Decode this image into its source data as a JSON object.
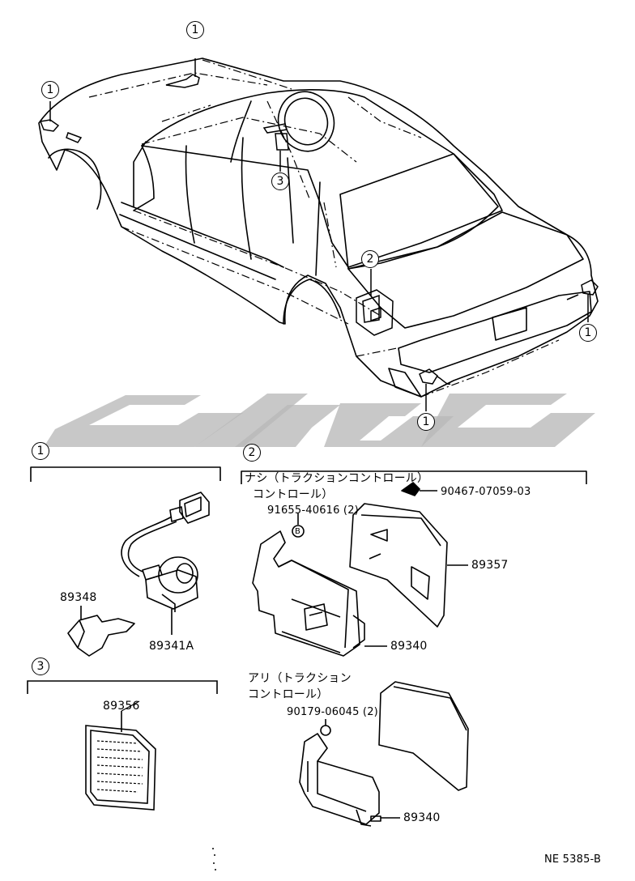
{
  "callouts": {
    "top_center_1": "1",
    "top_left_1": "1",
    "roof_3": "3",
    "trunk_2": "2",
    "right_1": "1",
    "bottom_1": "1"
  },
  "sections": {
    "s1": "1",
    "s2": "2",
    "s3": "3"
  },
  "labels": {
    "nashi_line1": "ナシ（トラクションコントロール）",
    "nashi_line2": "コントロール）",
    "ari_line1": "アリ（トラクション",
    "ari_line2": "コントロール）",
    "p91655": "91655-40616 (2)",
    "p90467": "90467-07059-03",
    "p89357": "89357",
    "p89340_a": "89340",
    "p89340_b": "89340",
    "p90179": "90179-06045 (2)",
    "p89348": "89348",
    "p89341a": "89341A",
    "p89356": "89356",
    "screw_mark": "B",
    "footer": "NE  5385-B"
  }
}
